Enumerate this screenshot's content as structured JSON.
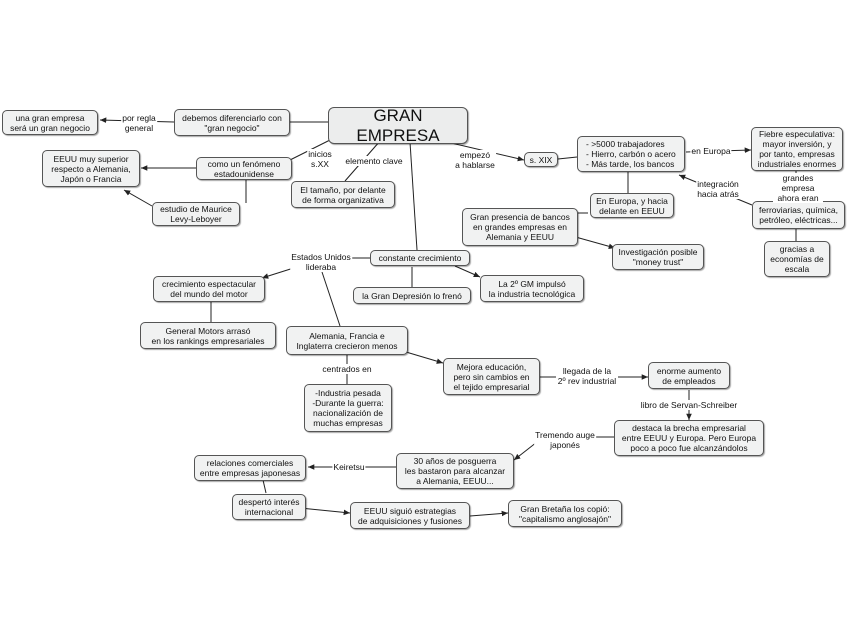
{
  "main": "GRAN EMPRESA",
  "nodes": {
    "gran_negocio": "una gran empresa\nserá un gran negocio",
    "diferenciar": "debemos diferenciarlo con\n\"gran negocio\"",
    "eeuu_superior": "EEUU muy superior\nrespecto a Alemania,\nJapón o Francia",
    "fenomeno": "como un fenómeno\nestadounidense",
    "levy": "estudio de Maurice\nLevy-Leboyer",
    "tamano": "El tamaño, por delante\nde forma organizativa",
    "s_xix": "s. XIX",
    "trabajadores": "- >5000 trabajadores\n- Hierro, carbón o acero\n- Más tarde, los bancos",
    "fiebre": "Fiebre especulativa:\nmayor inversión, y\npor tanto, empresas\nindustriales enormes",
    "europa_hacia": "En Europa, y hacia\ndelante en EEUU",
    "ferroviarias": "ferroviarias, química,\npetróleo, eléctricas...",
    "bancos": "Gran presencia de bancos\nen grandes empresas en\nAlemania y EEUU",
    "money_trust": "Investigación posible\n\"money trust\"",
    "gracias": "gracias a\neconomías de\nescala",
    "crecimiento": "constante crecimiento",
    "depresion": "la Gran Depresión lo frenó",
    "segunda_gm": "La 2º GM impulsó\nla industria tecnológica",
    "motor": "crecimiento espectacular\ndel mundo del motor",
    "gm": "General Motors arrasó\nen los rankings empresariales",
    "alemania": "Alemania, Francia e\nInglaterra crecieron menos",
    "industria_pesada": "-Industria pesada\n-Durante la guerra:\nnacionalización de\nmuchas empresas",
    "mejora": "Mejora educación,\npero sin cambios en\nel tejido empresarial",
    "aumento": "enorme aumento\nde empleados",
    "brecha": "destaca la brecha empresarial\nentre EEUU y Europa. Pero Europa\npoco a poco fue alcanzándolos",
    "posguerra": "30 años de posguerra\nles bastaron para alcanzar\na Alemania, EEUU...",
    "relaciones": "relaciones comerciales\nentre empresas japonesas",
    "desperto": "despertó interés\ninternacional",
    "adquisiciones": "EEUU siguió estrategias\nde adquisiciones y fusiones",
    "britania": "Gran Bretaña los copió:\n\"capitalismo anglosajón\""
  },
  "labels": {
    "por_regla": "por regla\ngeneral",
    "inicios": "inicios\ns.XX",
    "elemento_clave": "elemento clave",
    "empezo": "empezó\na hablarse",
    "en_europa": "en Europa",
    "integracion": "integración\nhacia atrás",
    "grandes_ahora": "grandes empresa\nahora eran",
    "eeuu_lideraba": "Estados Unidos\nlideraba",
    "centrados": "centrados en",
    "llegada": "llegada de la\n2º rev industrial",
    "servan": "libro de Servan-Schreiber",
    "tremendo": "Tremendo auge\njaponés",
    "keiretsu": "Keiretsu"
  }
}
